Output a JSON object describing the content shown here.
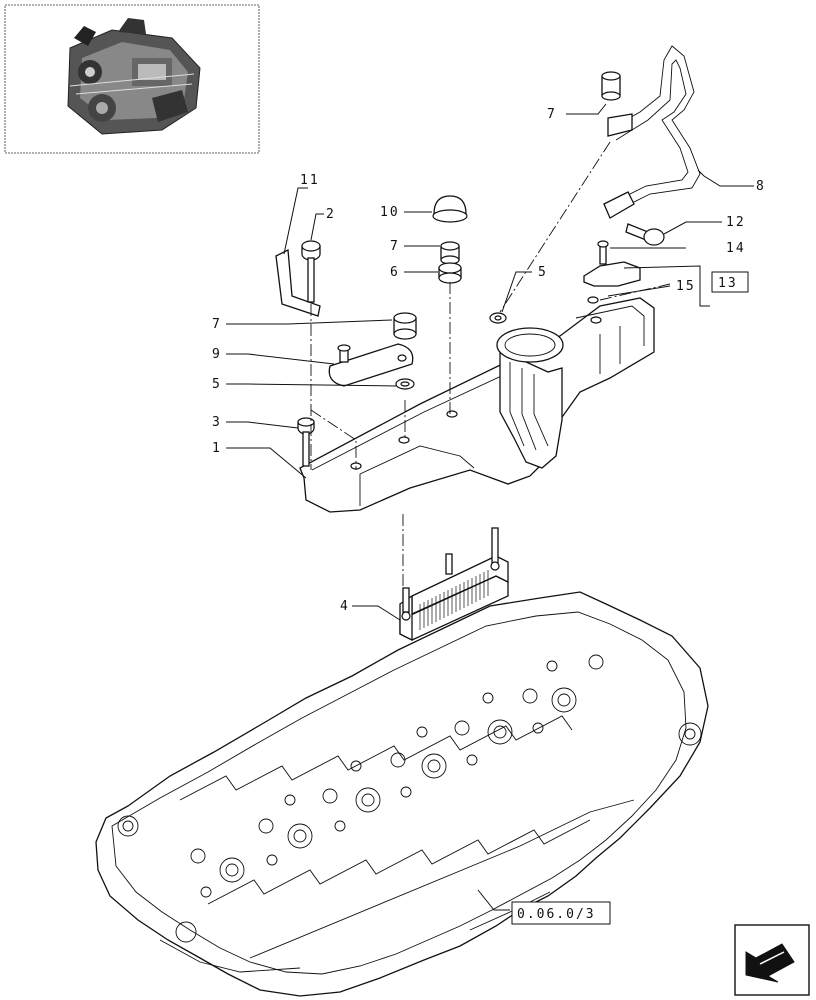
{
  "callouts": {
    "c1": "1",
    "c2": "2",
    "c3": "3",
    "c4": "4",
    "c5a": "5",
    "c5b": "5",
    "c6": "6",
    "c7a": "7",
    "c7b": "7",
    "c7c": "7",
    "c8": "8",
    "c9": "9",
    "c10": "10",
    "c11": "11",
    "c12": "12",
    "c13": "13",
    "c14": "14",
    "c15": "15"
  },
  "reference": "0.06.0/3",
  "icons": {
    "thumbnail": "engine-thumbnail-icon",
    "nav": "next-page-arrow-icon"
  }
}
